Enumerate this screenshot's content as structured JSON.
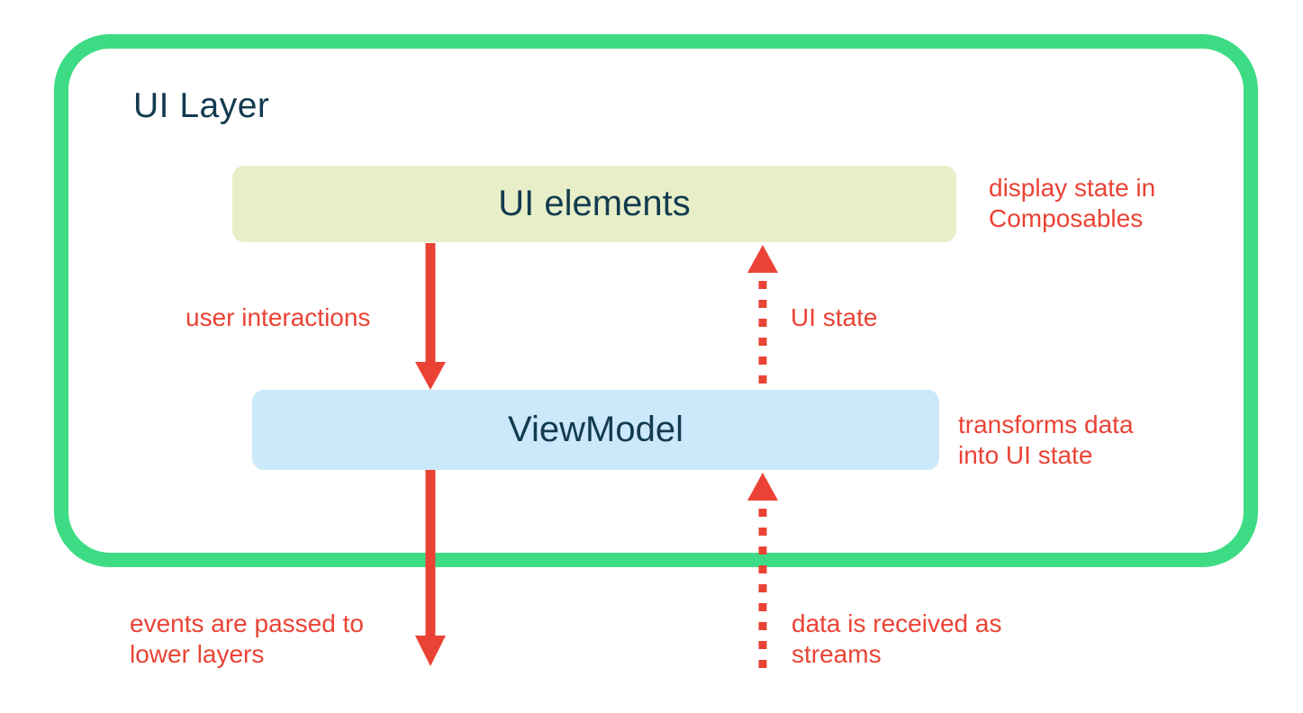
{
  "diagram": {
    "container": {
      "title": "UI Layer"
    },
    "boxes": {
      "ui_elements": {
        "label": "UI elements",
        "annotation": "display state in\nComposables"
      },
      "viewmodel": {
        "label": "ViewModel",
        "annotation": "transforms data\ninto UI state"
      }
    },
    "arrows": {
      "user_interactions": {
        "label": "user interactions",
        "style": "solid",
        "direction": "down",
        "from": "UI elements",
        "to": "ViewModel"
      },
      "ui_state": {
        "label": "UI state",
        "style": "dotted",
        "direction": "up",
        "from": "ViewModel",
        "to": "UI elements"
      },
      "events_to_lower": {
        "label": "events are passed to\nlower layers",
        "style": "solid",
        "direction": "down",
        "from": "ViewModel",
        "to": "lower layers"
      },
      "data_streams": {
        "label": "data is received as\nstreams",
        "style": "dotted",
        "direction": "up",
        "from": "lower layers",
        "to": "ViewModel"
      }
    },
    "colors": {
      "green": "#3DDC84",
      "red": "#EA4335",
      "navy": "#123B4F",
      "lime": "#E8EFC8",
      "blue": "#CCE9FB",
      "background": "#FFFFFF"
    }
  }
}
